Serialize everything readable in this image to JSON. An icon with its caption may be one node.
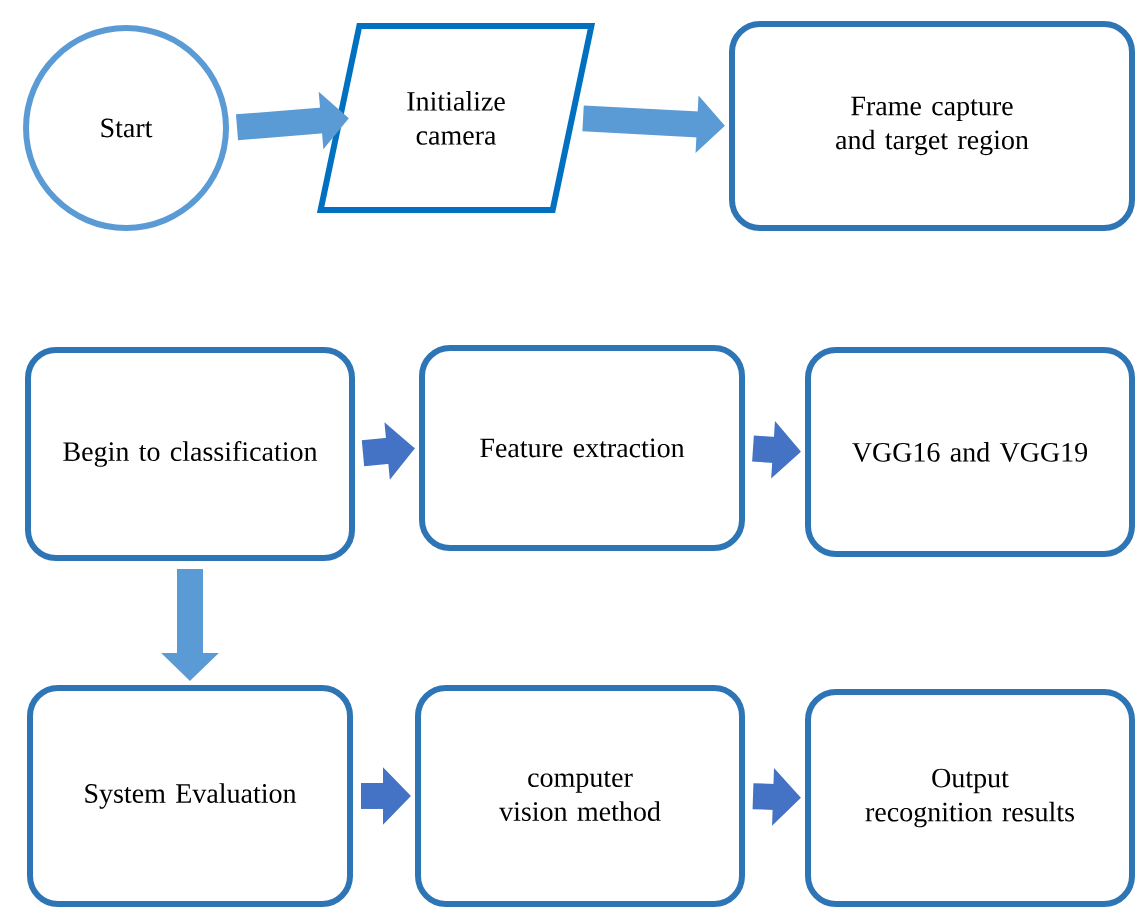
{
  "diagram": {
    "nodes": [
      {
        "text": [
          "Start"
        ]
      },
      {
        "text": [
          "Initialize camera"
        ]
      },
      {
        "text": [
          "Frame capture and target region"
        ]
      },
      {
        "text": [
          "Begin to classification"
        ]
      },
      {
        "text": [
          "Feature extraction"
        ]
      },
      {
        "text": [
          "VGG16 and VGG19"
        ]
      },
      {
        "text": [
          "System Evaluation"
        ]
      },
      {
        "text": [
          "computer vision method"
        ]
      },
      {
        "text": [
          "Output recognition results"
        ]
      }
    ],
    "edges": [
      {
        "from": 0,
        "to": 1,
        "arrow": "to",
        "color": "#5b9bd5"
      },
      {
        "from": 1,
        "to": 2,
        "arrow": "to",
        "color": "#5b9bd5"
      },
      {
        "from": 3,
        "to": 4,
        "arrow": "to"
      },
      {
        "from": 4,
        "to": 5,
        "arrow": "to"
      },
      {
        "from": 3,
        "to": 6,
        "arrow": "to",
        "color": "#5b9bd5"
      },
      {
        "from": 6,
        "to": 7,
        "arrow": "to"
      },
      {
        "from": 7,
        "to": 8,
        "arrow": "to"
      }
    ]
  }
}
